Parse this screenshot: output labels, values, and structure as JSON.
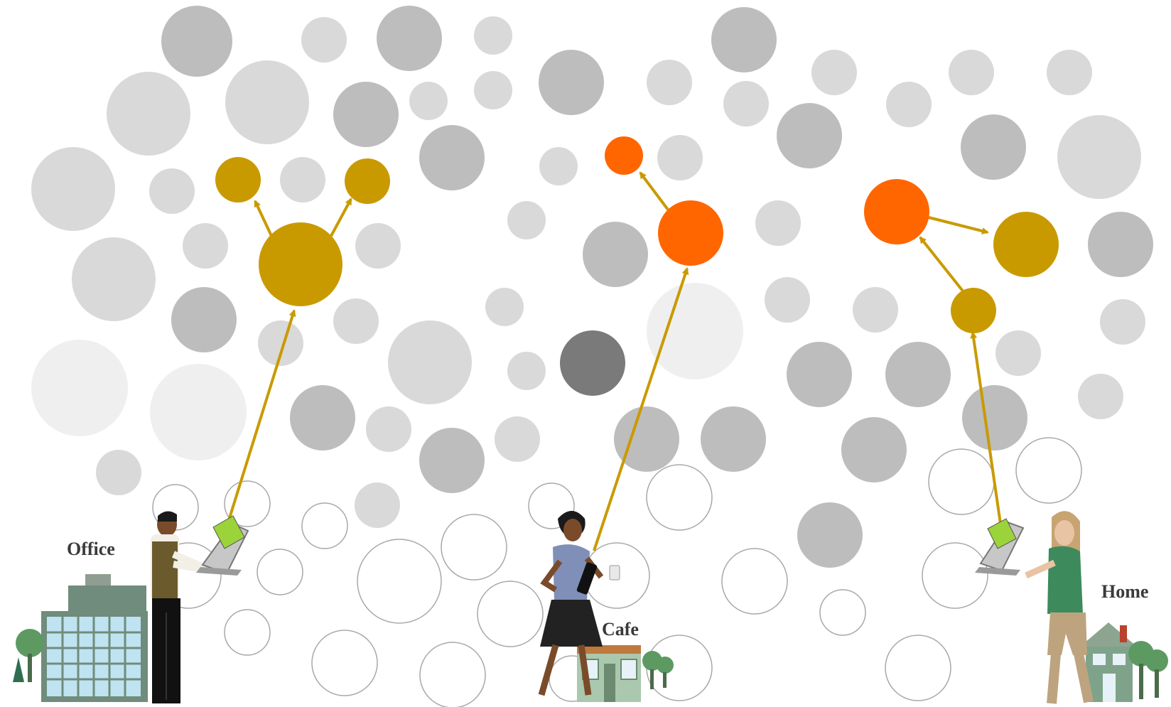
{
  "labels": {
    "office": "Office",
    "cafe": "Cafe",
    "home": "Home"
  },
  "colors": {
    "gold": "#C99A00",
    "orange": "#FF6600",
    "circle_dark": "#8A8A8A",
    "circle_mid": "#BDBDBD",
    "circle_light": "#D9D9D9",
    "circle_faint": "#EFEFEF",
    "circle_outline": "#A8A8A8"
  },
  "icons": {
    "office_worker": "person-with-laptop-icon",
    "office_building": "office-building-icon",
    "cafe_worker": "person-with-tablet-and-coffee-icon",
    "cafe_building": "cafe-building-icon",
    "home_worker": "person-with-laptop-icon",
    "home_building": "house-icon"
  }
}
